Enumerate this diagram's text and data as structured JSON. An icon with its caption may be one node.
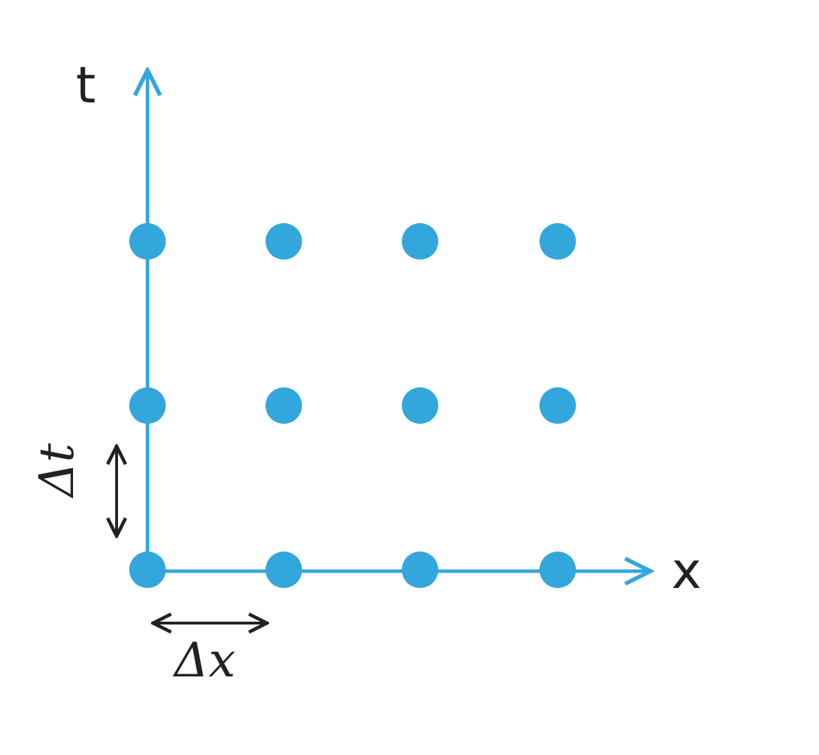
{
  "diagram": {
    "nodes": [
      {
        "text": [],
        "shape": "circle"
      },
      {
        "text": [],
        "shape": "circle"
      },
      {
        "text": [],
        "shape": "circle"
      },
      {
        "text": [],
        "shape": "circle"
      },
      {
        "text": [],
        "shape": "circle"
      },
      {
        "text": [],
        "shape": "circle"
      },
      {
        "text": [],
        "shape": "circle"
      },
      {
        "text": [],
        "shape": "circle"
      },
      {
        "text": [],
        "shape": "circle"
      },
      {
        "text": [],
        "shape": "circle"
      },
      {
        "text": [],
        "shape": "circle"
      },
      {
        "text": [],
        "shape": "circle"
      }
    ],
    "labels": [
      "t",
      "x",
      "Δt",
      "Δx"
    ]
  }
}
